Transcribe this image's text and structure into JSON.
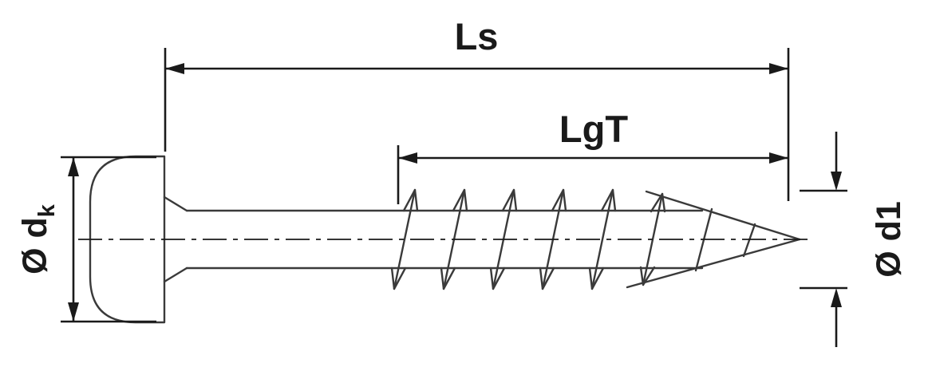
{
  "diagram": {
    "type": "technical-drawing",
    "subject": "screw-dimension-diagram",
    "labels": {
      "total_length": "Ls",
      "thread_length": "LgT",
      "head_diameter_main": "Ø d",
      "head_diameter_sub": "k",
      "thread_diameter": "Ø d1"
    },
    "colors": {
      "line": "#1a1a1a",
      "screw_outline": "#3a3a3a",
      "background": "#ffffff"
    }
  }
}
